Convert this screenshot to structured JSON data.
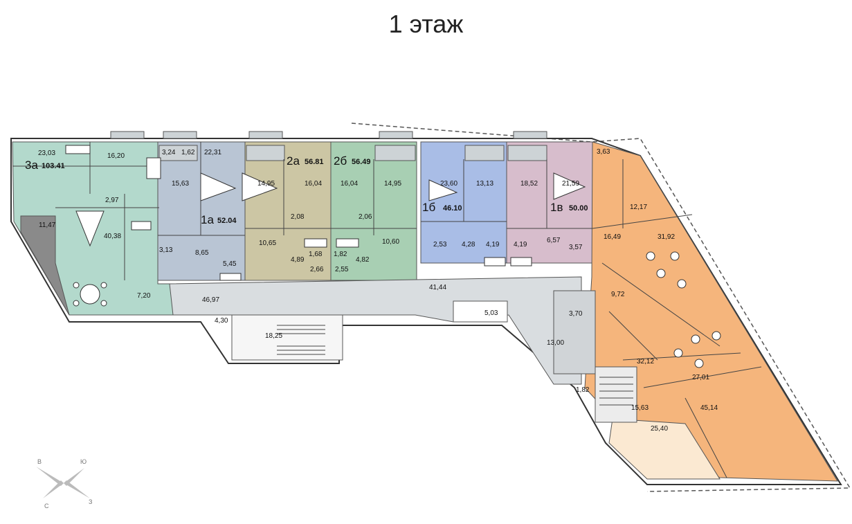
{
  "title": "1 этаж",
  "colors": {
    "apt_3a": "#b3d9cc",
    "apt_1a": "#b9c5d4",
    "apt_2a": "#ccc6a4",
    "apt_2b": "#a8cfb3",
    "apt_1b": "#a9bde6",
    "apt_1v": "#d7bdcc",
    "commercial": "#f5b57c",
    "commercial_light": "#fbe9d2",
    "corridor": "#d9dde0",
    "wc": "#8a8a8a",
    "balcony": "#cdd3d6"
  },
  "apartments": [
    {
      "code": "3а",
      "area": "103.41"
    },
    {
      "code": "1а",
      "area": "52.04"
    },
    {
      "code": "2а",
      "area": "56.81"
    },
    {
      "code": "2б",
      "area": "56.49"
    },
    {
      "code": "1б",
      "area": "46.10"
    },
    {
      "code": "1в",
      "area": "50.00"
    }
  ],
  "rooms": [
    {
      "label": "23,03"
    },
    {
      "label": "16,20"
    },
    {
      "label": "2,97"
    },
    {
      "label": "11,47"
    },
    {
      "label": "40,38"
    },
    {
      "label": "7,20"
    },
    {
      "label": "3,13"
    },
    {
      "label": "22,31"
    },
    {
      "label": "15,63"
    },
    {
      "label": "8,65"
    },
    {
      "label": "5,45"
    },
    {
      "label": "3,24"
    },
    {
      "label": "1,62"
    },
    {
      "label": "14,95"
    },
    {
      "label": "16,04"
    },
    {
      "label": "10,65"
    },
    {
      "label": "2,08"
    },
    {
      "label": "4,89"
    },
    {
      "label": "16,04"
    },
    {
      "label": "14,95"
    },
    {
      "label": "2,06"
    },
    {
      "label": "10,60"
    },
    {
      "label": "4,82"
    },
    {
      "label": "23,60"
    },
    {
      "label": "13,13"
    },
    {
      "label": "18,52"
    },
    {
      "label": "21,59"
    },
    {
      "label": "2,53"
    },
    {
      "label": "4,28"
    },
    {
      "label": "4,19"
    },
    {
      "label": "4,19"
    },
    {
      "label": "6,57"
    },
    {
      "label": "3,57"
    },
    {
      "label": "41,44"
    },
    {
      "label": "46,97"
    },
    {
      "label": "5,03"
    },
    {
      "label": "13,00"
    },
    {
      "label": "18,25"
    },
    {
      "label": "4,30"
    },
    {
      "label": "3,63"
    },
    {
      "label": "12,17"
    },
    {
      "label": "16,49"
    },
    {
      "label": "31,92"
    },
    {
      "label": "9,72"
    },
    {
      "label": "32,12"
    },
    {
      "label": "27,01"
    },
    {
      "label": "45,14"
    },
    {
      "label": "25,40"
    },
    {
      "label": "1,82"
    },
    {
      "label": "15,63"
    },
    {
      "label": "3,70"
    },
    {
      "label": "2,66"
    },
    {
      "label": "2,55"
    },
    {
      "label": "1,68"
    },
    {
      "label": "1,82"
    }
  ],
  "compass": {
    "n": "В",
    "e": "Ю",
    "s": "З",
    "w": "С"
  }
}
